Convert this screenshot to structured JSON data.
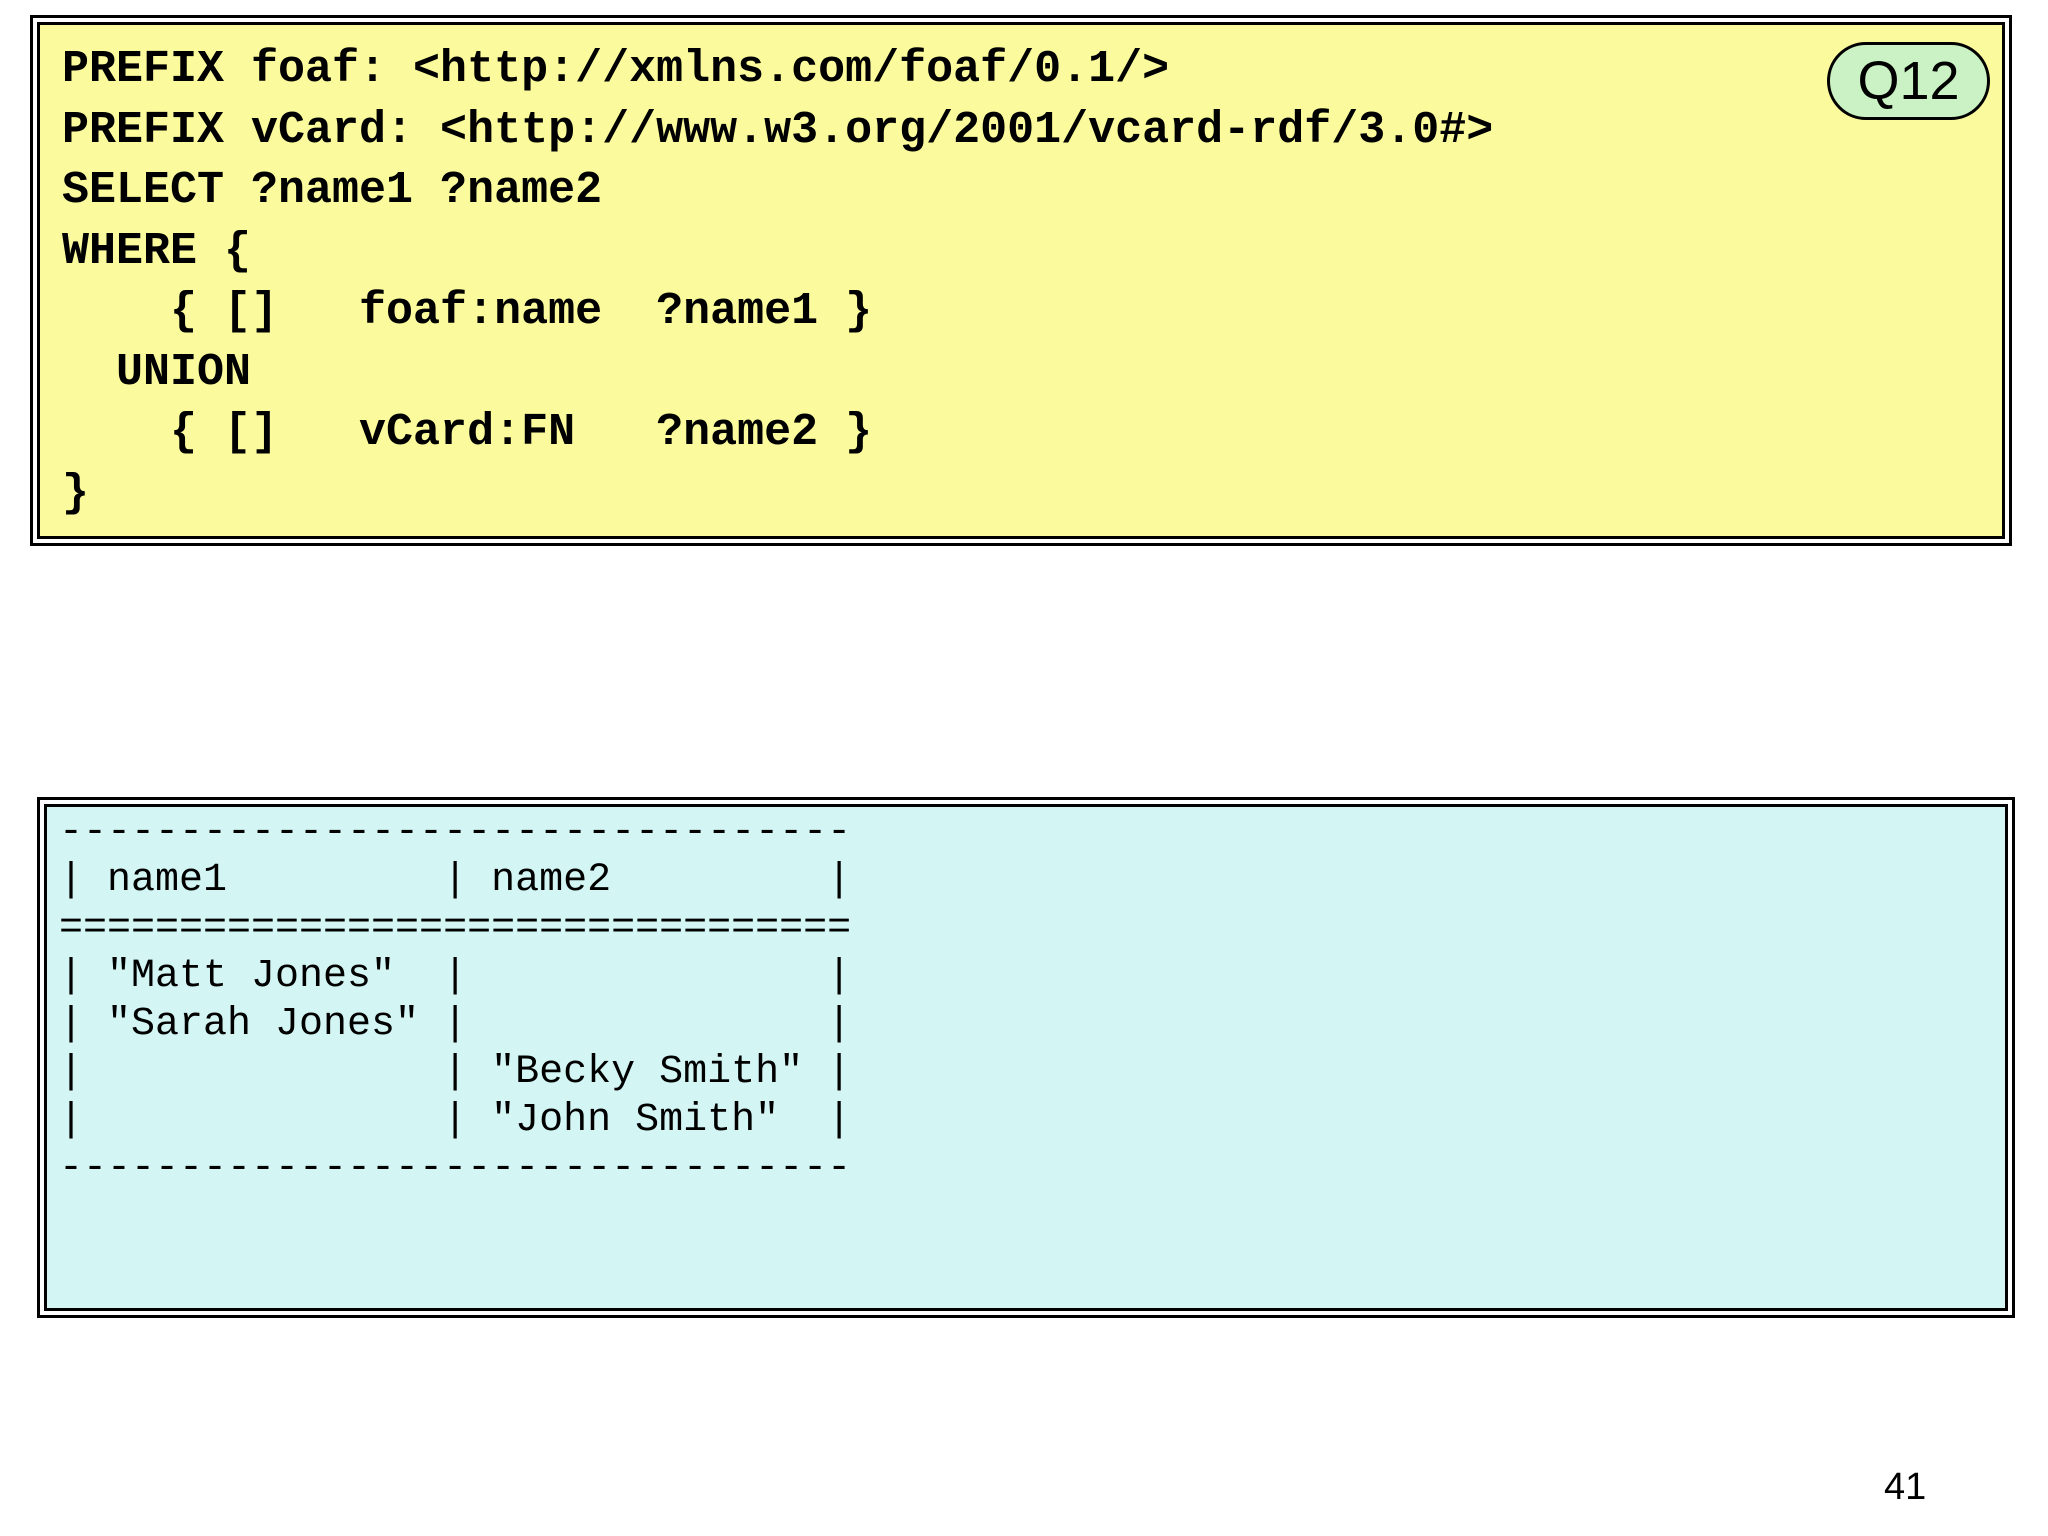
{
  "colors": {
    "page-bg": "#ffffff",
    "query-bg": "#fbfb9d",
    "results-bg": "#d3f6f5",
    "badge-bg": "#cbf2c4",
    "border": "#000000",
    "text": "#000000"
  },
  "query_box": {
    "badge_label": "Q12",
    "code_lines": [
      "PREFIX foaf: <http://xmlns.com/foaf/0.1/>",
      "PREFIX vCard: <http://www.w3.org/2001/vcard-rdf/3.0#>",
      "SELECT ?name1 ?name2",
      "WHERE {",
      "    { []   foaf:name  ?name1 }",
      "  UNION",
      "    { []   vCard:FN   ?name2 }",
      "}"
    ]
  },
  "results_box": {
    "ascii_lines": [
      "---------------------------------",
      "| name1         | name2         |",
      "=================================",
      "| \"Matt Jones\"  |               |",
      "| \"Sarah Jones\" |               |",
      "|               | \"Becky Smith\" |",
      "|               | \"John Smith\"  |",
      "---------------------------------"
    ],
    "table": {
      "columns": [
        "name1",
        "name2"
      ],
      "rows": [
        {
          "name1": "\"Matt Jones\"",
          "name2": ""
        },
        {
          "name1": "\"Sarah Jones\"",
          "name2": ""
        },
        {
          "name1": "",
          "name2": "\"Becky Smith\""
        },
        {
          "name1": "",
          "name2": "\"John Smith\""
        }
      ]
    }
  },
  "slide": {
    "page_number": "41"
  }
}
